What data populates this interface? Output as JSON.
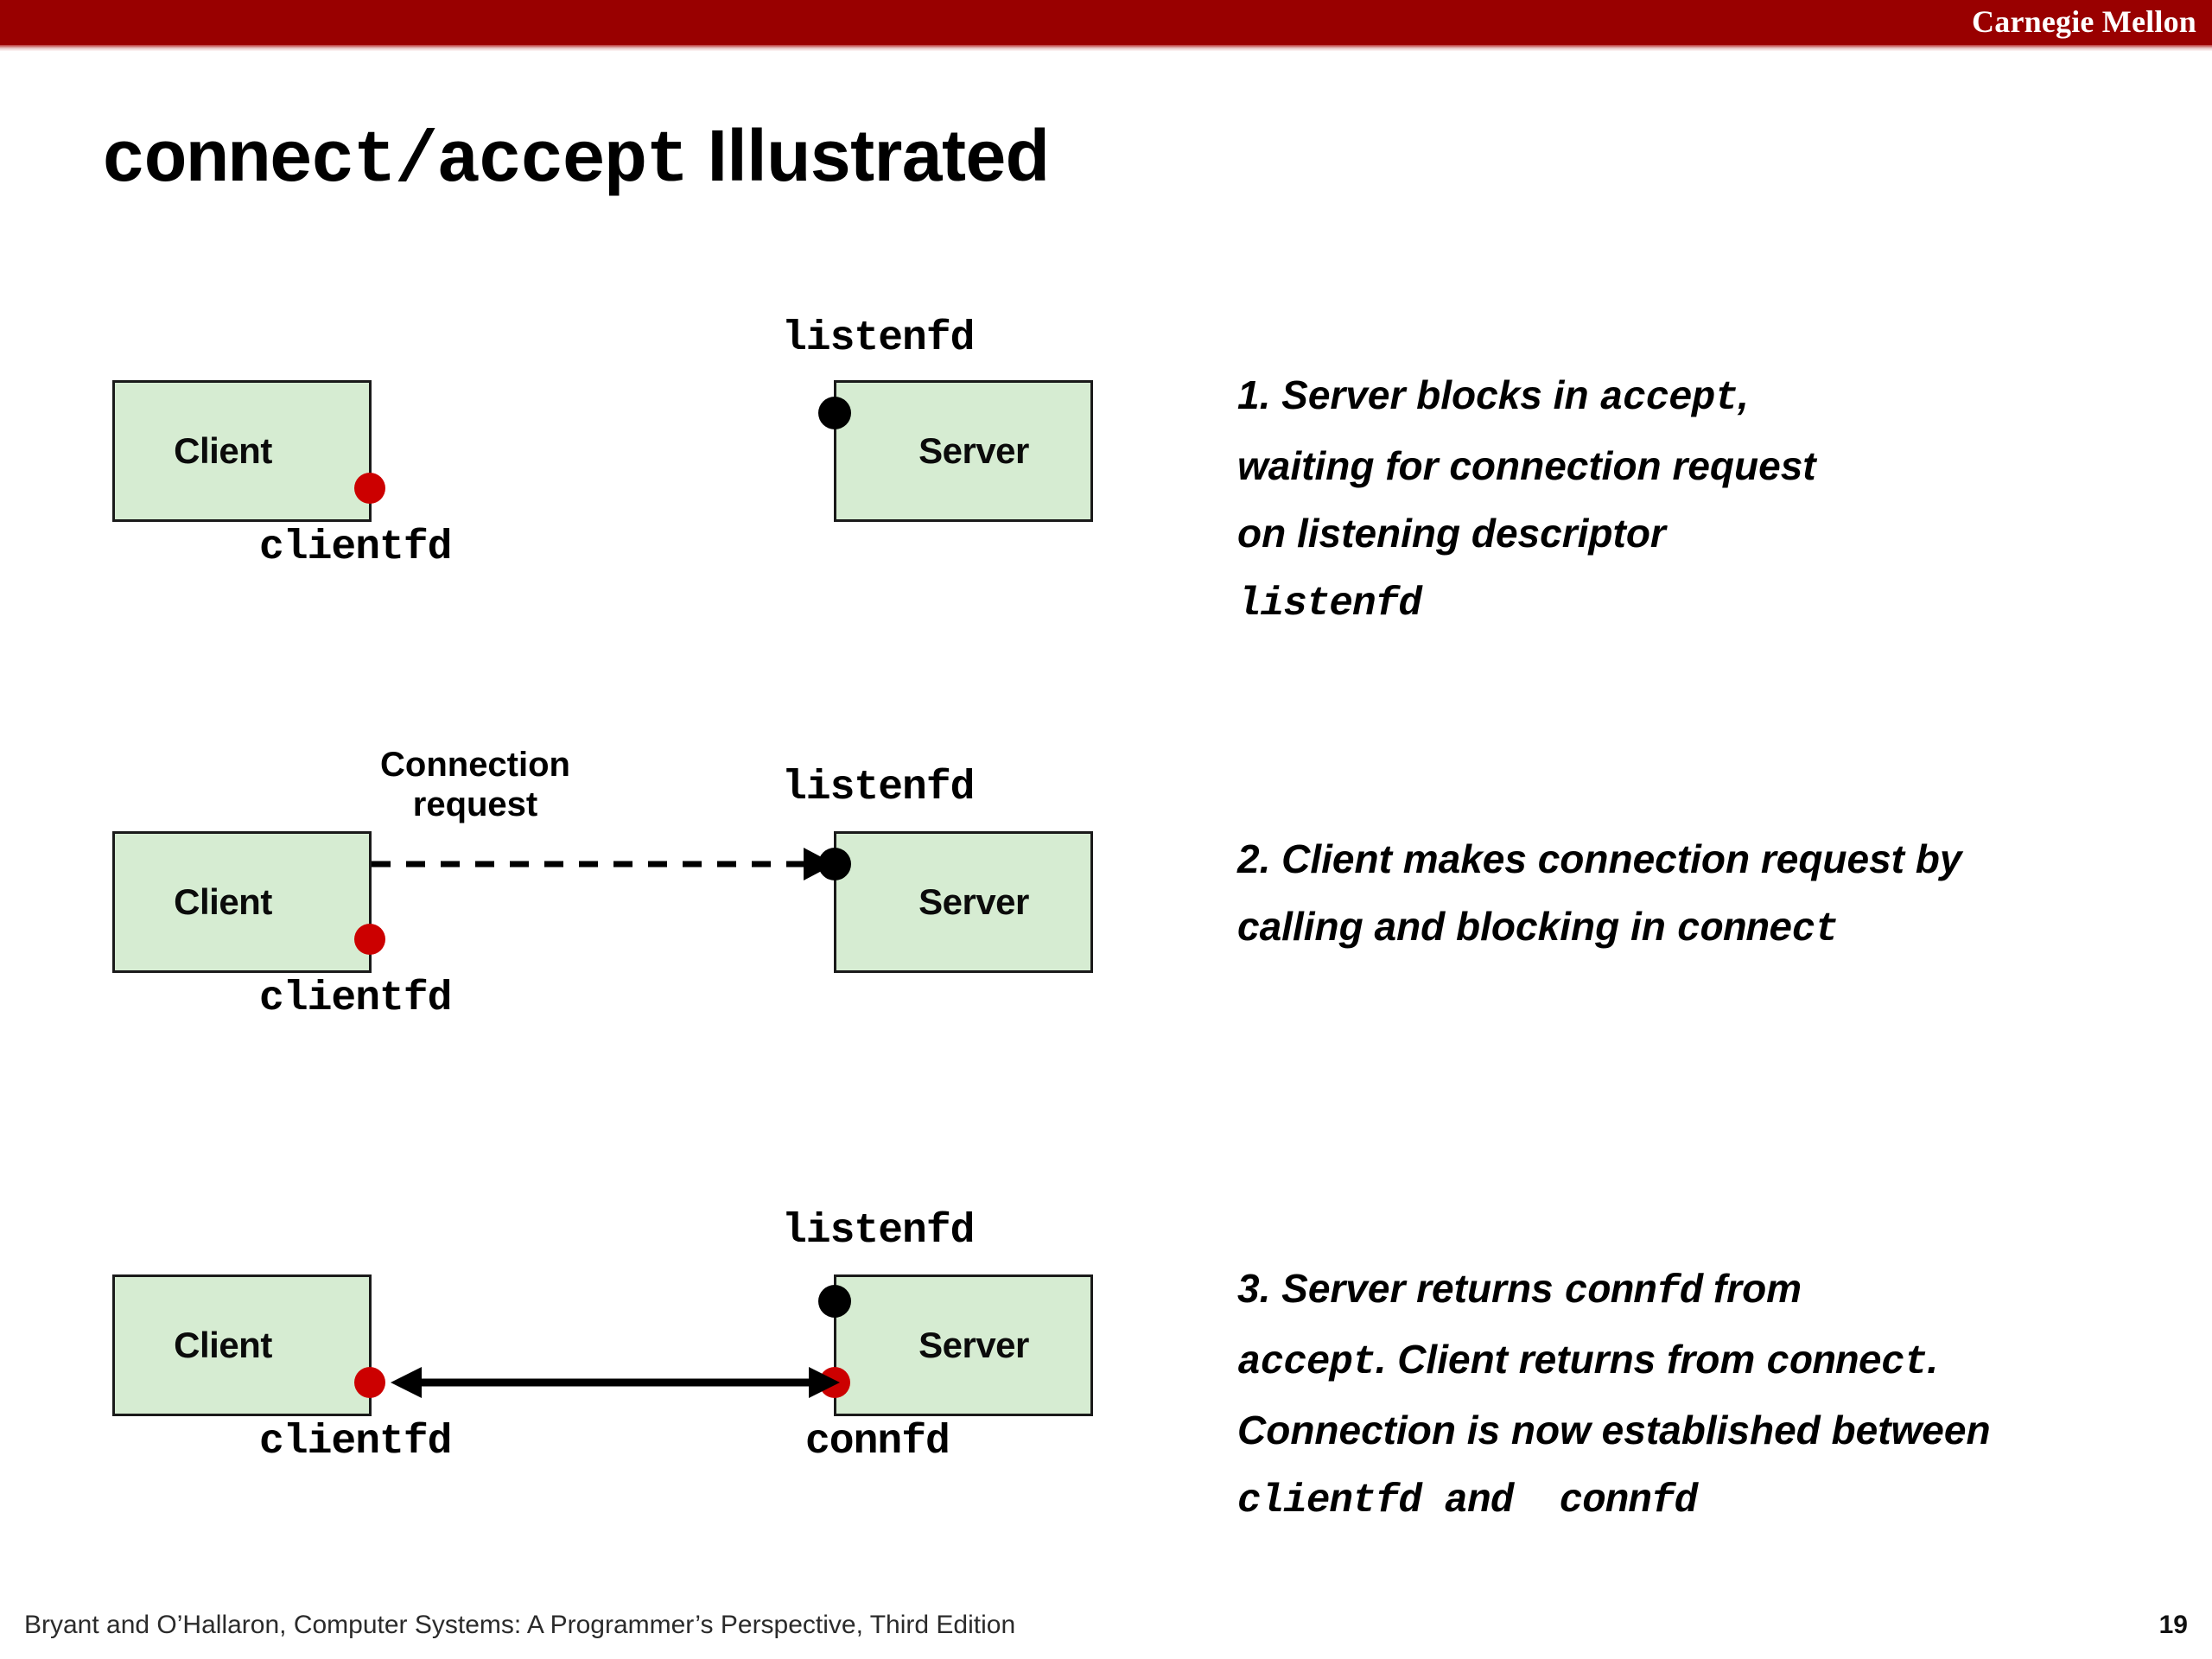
{
  "header": {
    "brand": "Carnegie Mellon",
    "band_color": "#990000"
  },
  "title": {
    "code_part": "connect/accept",
    "plain_part": "Illustrated"
  },
  "colors": {
    "box_fill": "#d6ecd2",
    "box_border": "#1a1a1a",
    "red_dot": "#cc0000",
    "black_dot": "#000000",
    "accent_red": "#990000"
  },
  "diagrams": [
    {
      "id": "step-1",
      "client": {
        "label": "Client",
        "fd_label": "clientfd",
        "dot_color": "#cc0000"
      },
      "server": {
        "label": "Server",
        "fd_label": "listenfd",
        "dot_color": "#000000"
      },
      "arrow": null,
      "caption": null
    },
    {
      "id": "step-2",
      "client": {
        "label": "Client",
        "fd_label": "clientfd",
        "dot_color": "#cc0000"
      },
      "server": {
        "label": "Server",
        "fd_label": "listenfd",
        "dot_color": "#000000"
      },
      "arrow": {
        "style": "dashed",
        "heads": "right"
      },
      "caption": {
        "line1": "Connection",
        "line2": "request"
      }
    },
    {
      "id": "step-3",
      "client": {
        "label": "Client",
        "fd_label": "clientfd",
        "dot_color": "#cc0000"
      },
      "server": {
        "label": "Server",
        "fd_label": "listenfd",
        "dot_color": "#000000",
        "fd_label_2": "connfd",
        "dot_color_2": "#cc0000"
      },
      "arrow": {
        "style": "solid",
        "heads": "both"
      },
      "caption": null
    }
  ],
  "steps": [
    {
      "number": "1.",
      "segments": [
        {
          "text": "1. Server blocks in ",
          "code": false
        },
        {
          "text": "accept",
          "code": true
        },
        {
          "text": ",",
          "code": false
        },
        {
          "text": "BR",
          "code": false
        },
        {
          "text": "waiting for connection request",
          "code": false
        },
        {
          "text": "BR",
          "code": false
        },
        {
          "text": "on listening descriptor",
          "code": false
        },
        {
          "text": "BR",
          "code": false
        },
        {
          "text": "listenfd",
          "code": true
        }
      ],
      "plain": "1. Server blocks in accept, waiting for connection request on listening descriptor listenfd"
    },
    {
      "number": "2.",
      "segments": [
        {
          "text": "2. Client makes connection request by",
          "code": false
        },
        {
          "text": "BR",
          "code": false
        },
        {
          "text": "calling and blocking in ",
          "code": false
        },
        {
          "text": "connect",
          "code": true
        }
      ],
      "plain": "2. Client makes connection request by calling and blocking in connect"
    },
    {
      "number": "3.",
      "segments": [
        {
          "text": "3. Server returns ",
          "code": false
        },
        {
          "text": "connfd",
          "code": true
        },
        {
          "text": " from",
          "code": false
        },
        {
          "text": "BR",
          "code": false
        },
        {
          "text": "accept",
          "code": true
        },
        {
          "text": ". Client returns from ",
          "code": false
        },
        {
          "text": "connect",
          "code": true
        },
        {
          "text": ".",
          "code": false
        },
        {
          "text": "BR",
          "code": false
        },
        {
          "text": "Connection is now established between",
          "code": false
        },
        {
          "text": "BR",
          "code": false
        },
        {
          "text": "clientfd and  connfd",
          "code": true
        }
      ],
      "plain": "3. Server returns connfd from accept. Client returns from connect. Connection is now established between clientfd and connfd"
    }
  ],
  "footer": {
    "citation": "Bryant and O’Hallaron, Computer Systems: A Programmer’s Perspective, Third Edition",
    "page_number": "19"
  }
}
